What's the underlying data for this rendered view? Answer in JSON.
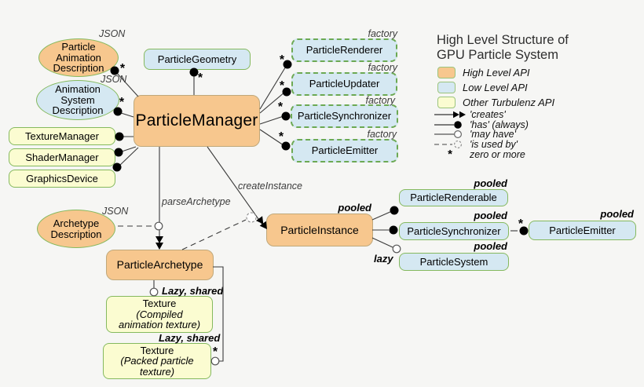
{
  "legend": {
    "title_line1": "High Level Structure of",
    "title_line2": "GPU Particle System",
    "swatches": [
      {
        "label": "High Level API",
        "color": "#f7c78e"
      },
      {
        "label": "Low Level API",
        "color": "#d5e8f2"
      },
      {
        "label": "Other Turbulenz API",
        "color": "#fbfcd1"
      }
    ],
    "relations": [
      {
        "icon": "creates-arrow-icon",
        "label": "'creates'"
      },
      {
        "icon": "has-circle-icon",
        "label": "'has' (always)"
      },
      {
        "icon": "may-have-circle-icon",
        "label": "'may have'"
      },
      {
        "icon": "is-used-by-circle-icon",
        "label": "'is used by'"
      },
      {
        "icon": "asterisk-icon",
        "symbol": "*",
        "label": "zero or more"
      }
    ]
  },
  "nodes": {
    "particle_animation_description": {
      "label": "Particle\nAnimation\nDescription"
    },
    "animation_system_description": {
      "label": "Animation\nSystem\nDescription"
    },
    "particle_geometry": {
      "label": "ParticleGeometry"
    },
    "particle_manager": {
      "label": "ParticleManager"
    },
    "texture_manager": {
      "label": "TextureManager"
    },
    "shader_manager": {
      "label": "ShaderManager"
    },
    "graphics_device": {
      "label": "GraphicsDevice"
    },
    "particle_renderer": {
      "label": "ParticleRenderer"
    },
    "particle_updater": {
      "label": "ParticleUpdater"
    },
    "particle_synchronizer_factory": {
      "label": "ParticleSynchronizer"
    },
    "particle_emitter_factory": {
      "label": "ParticleEmitter"
    },
    "archetype_description": {
      "label": "Archetype\nDescription"
    },
    "particle_archetype": {
      "label": "ParticleArchetype"
    },
    "particle_instance": {
      "label": "ParticleInstance"
    },
    "particle_renderable": {
      "label": "ParticleRenderable"
    },
    "particle_synchronizer_pooled": {
      "label": "ParticleSynchronizer"
    },
    "particle_system": {
      "label": "ParticleSystem"
    },
    "particle_emitter_pooled": {
      "label": "ParticleEmitter"
    },
    "texture_compiled": {
      "title": "Texture",
      "subtitle": "(Compiled\nanimation texture)"
    },
    "texture_packed": {
      "title": "Texture",
      "subtitle": "(Packed particle\ntexture)"
    }
  },
  "edge_labels": {
    "json": "JSON",
    "factory": "factory",
    "pooled": "pooled",
    "lazy": "lazy",
    "lazy_shared": "Lazy, shared",
    "parse_archetype": "parseArchetype",
    "create_instance": "createInstance",
    "zero_or_more": "*"
  }
}
